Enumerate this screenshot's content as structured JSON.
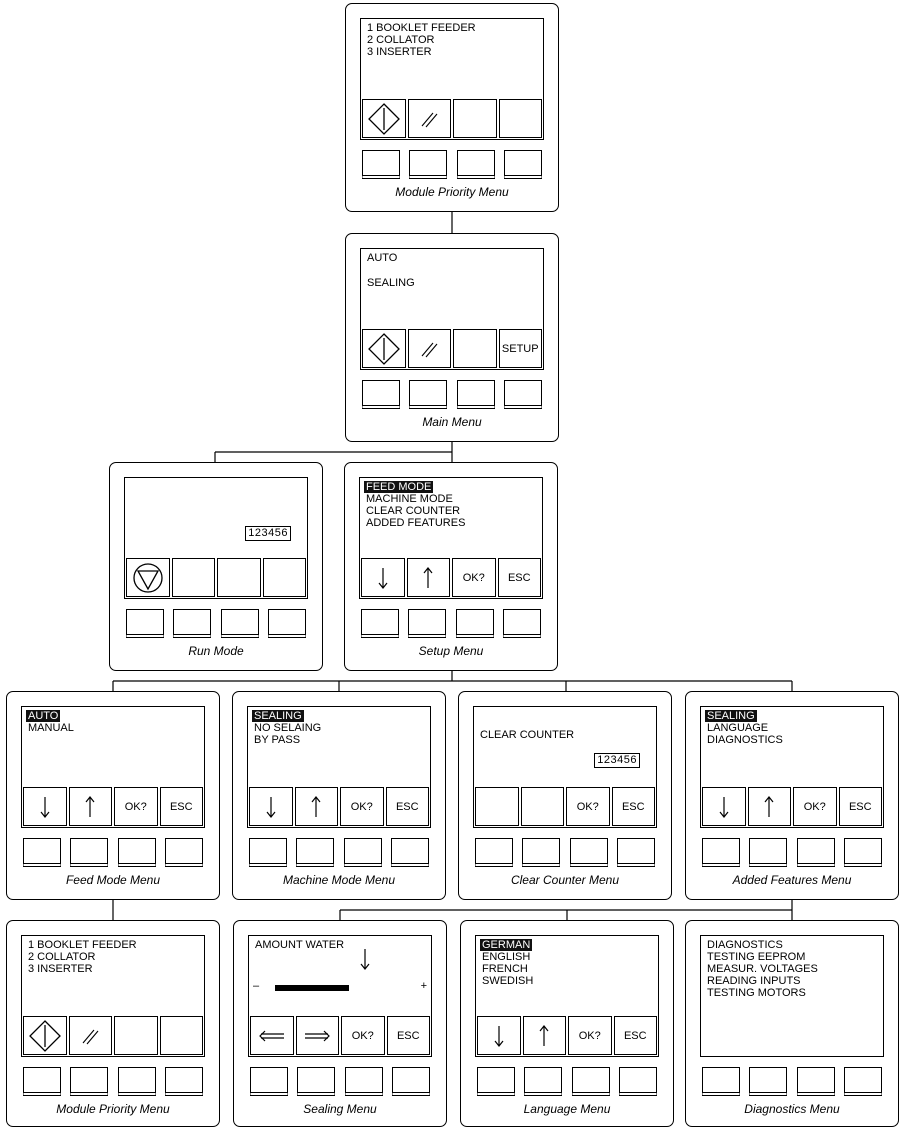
{
  "panels": {
    "module_priority_top": {
      "lines": [
        "1 BOOKLET FEEDER",
        "2 COLLATOR",
        "3 INSERTER"
      ],
      "keys": [
        {
          "icon": "start-icon"
        },
        {
          "icon": "slash-icon"
        },
        {
          "label": ""
        },
        {
          "label": ""
        }
      ],
      "caption": "Module Priority Menu"
    },
    "main": {
      "lines": [
        "AUTO",
        "SEALING"
      ],
      "keys": [
        {
          "icon": "start-icon"
        },
        {
          "icon": "slash-icon"
        },
        {
          "label": ""
        },
        {
          "label": "SETUP"
        }
      ],
      "caption": "Main Menu"
    },
    "run_mode": {
      "counter": "123456",
      "keys": [
        {
          "icon": "stop-icon"
        },
        {
          "label": ""
        },
        {
          "label": ""
        },
        {
          "label": ""
        }
      ],
      "caption": "Run Mode"
    },
    "setup": {
      "lines": [
        "FEED MODE",
        "MACHINE MODE",
        "CLEAR COUNTER",
        "ADDED FEATURES"
      ],
      "selected": "FEED MODE",
      "keys": [
        {
          "icon": "arrow-down-icon"
        },
        {
          "icon": "arrow-up-icon"
        },
        {
          "label": "OK?"
        },
        {
          "label": "ESC"
        }
      ],
      "caption": "Setup Menu"
    },
    "feed_mode": {
      "lines": [
        "AUTO",
        "MANUAL"
      ],
      "selected": "AUTO",
      "keys": [
        {
          "icon": "arrow-down-icon"
        },
        {
          "icon": "arrow-up-icon"
        },
        {
          "label": "OK?"
        },
        {
          "label": "ESC"
        }
      ],
      "caption": "Feed Mode Menu"
    },
    "machine_mode": {
      "lines": [
        "SEALING",
        "NO SELAING",
        "BY PASS"
      ],
      "selected": "SEALING",
      "keys": [
        {
          "icon": "arrow-down-icon"
        },
        {
          "icon": "arrow-up-icon"
        },
        {
          "label": "OK?"
        },
        {
          "label": "ESC"
        }
      ],
      "caption": "Machine Mode Menu"
    },
    "clear_counter": {
      "lines": [
        "CLEAR COUNTER"
      ],
      "counter": "123456",
      "keys": [
        {
          "label": ""
        },
        {
          "label": ""
        },
        {
          "label": "OK?"
        },
        {
          "label": "ESC"
        }
      ],
      "caption": "Clear Counter Menu"
    },
    "added_features": {
      "lines": [
        "SEALING",
        "LANGUAGE",
        "DIAGNOSTICS"
      ],
      "selected": "SEALING",
      "keys": [
        {
          "icon": "arrow-down-icon"
        },
        {
          "icon": "arrow-up-icon"
        },
        {
          "label": "OK?"
        },
        {
          "label": "ESC"
        }
      ],
      "caption": "Added Features Menu"
    },
    "module_priority_bottom": {
      "lines": [
        "1 BOOKLET FEEDER",
        "2 COLLATOR",
        "3 INSERTER"
      ],
      "keys": [
        {
          "icon": "start-icon"
        },
        {
          "icon": "slash-icon"
        },
        {
          "label": ""
        },
        {
          "label": ""
        }
      ],
      "caption": "Module Priority Menu"
    },
    "sealing": {
      "lines": [
        "AMOUNT WATER"
      ],
      "slider": {
        "min_label": "–",
        "max_label": "+",
        "level": 0.55
      },
      "keys": [
        {
          "icon": "arrow-left-icon"
        },
        {
          "icon": "arrow-right-icon"
        },
        {
          "label": "OK?"
        },
        {
          "label": "ESC"
        }
      ],
      "caption": "Sealing Menu"
    },
    "language": {
      "lines": [
        "GERMAN",
        "ENGLISH",
        "FRENCH",
        "SWEDISH"
      ],
      "selected": "GERMAN",
      "keys": [
        {
          "icon": "arrow-down-icon"
        },
        {
          "icon": "arrow-up-icon"
        },
        {
          "label": "OK?"
        },
        {
          "label": "ESC"
        }
      ],
      "caption": "Language Menu"
    },
    "diagnostics": {
      "lines": [
        "DIAGNOSTICS",
        "TESTING EEPROM",
        "MEASUR. VOLTAGES",
        "READING INPUTS",
        "TESTING MOTORS"
      ],
      "caption": "Diagnostics Menu"
    }
  }
}
